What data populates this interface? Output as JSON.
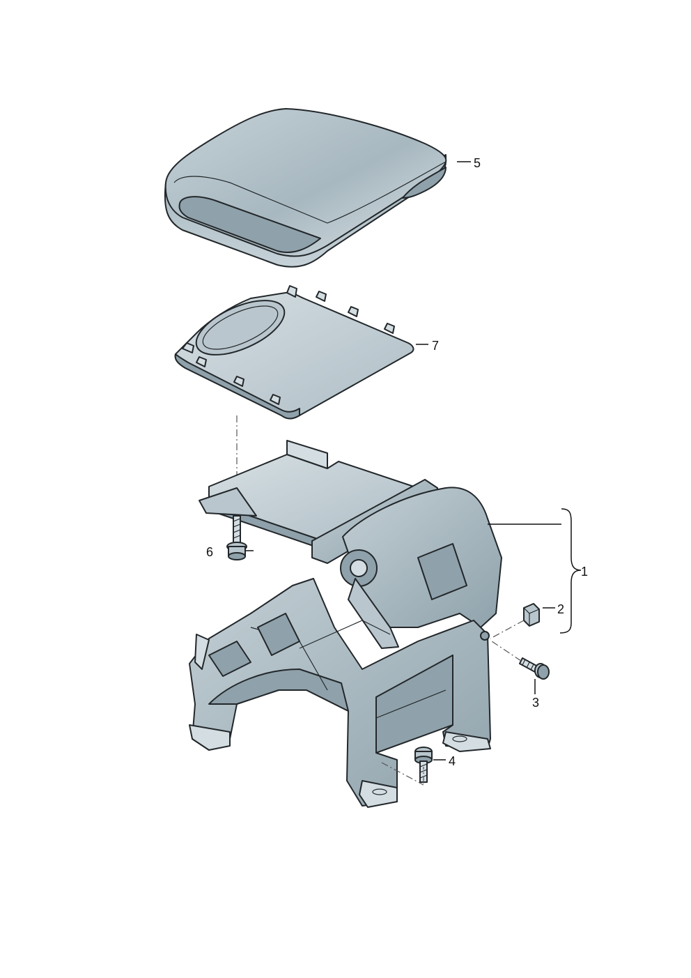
{
  "diagram": {
    "callouts": {
      "one": "1",
      "two": "2",
      "three": "3",
      "four": "4",
      "five": "5",
      "six": "6",
      "seven": "7"
    },
    "colors": {
      "part_fill": "#b9c6cd",
      "part_light": "#d3dde2",
      "part_dark": "#8fa1aa",
      "outline": "#22272a"
    }
  }
}
